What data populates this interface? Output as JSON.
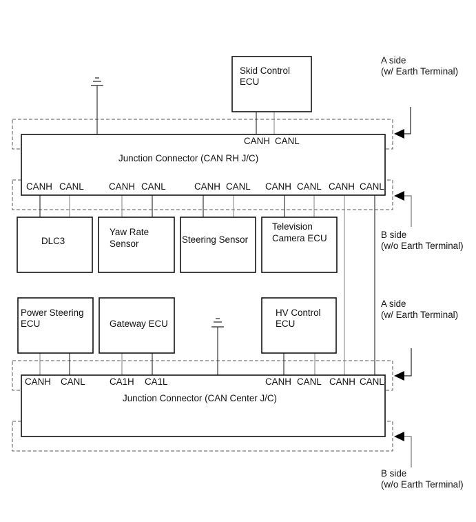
{
  "ecus": {
    "skid_control": [
      "Skid Control",
      "ECU"
    ],
    "dlc3": "DLC3",
    "yaw_rate_sensor": [
      "Yaw Rate",
      "Sensor"
    ],
    "steering_sensor": "Steering Sensor",
    "television_camera_ecu": [
      "Television",
      "Camera ECU"
    ],
    "power_steering_ecu": [
      "Power Steering",
      "ECU"
    ],
    "gateway_ecu": "Gateway ECU",
    "hv_control_ecu": [
      "HV Control",
      "ECU"
    ]
  },
  "junction_rh": {
    "title": "Junction Connector (CAN RH J/C)",
    "top_pins": [
      "CANH",
      "CANL"
    ],
    "bottom_pins": [
      "CANH",
      "CANL",
      "CANH",
      "CANL",
      "CANH",
      "CANL",
      "CANH",
      "CANL",
      "CANH",
      "CANL"
    ]
  },
  "junction_center": {
    "title": "Junction Connector (CAN Center J/C)",
    "top_pins": [
      "CANH",
      "CANL",
      "CA1H",
      "CA1L",
      "CANH",
      "CANL",
      "CANH",
      "CANL"
    ]
  },
  "side_labels": {
    "a_side_upper": [
      "A side",
      "(w/ Earth Terminal)"
    ],
    "b_side_upper": [
      "B side",
      "(w/o Earth Terminal)"
    ],
    "a_side_lower": [
      "A side",
      "(w/ Earth Terminal)"
    ],
    "b_side_lower": [
      "B side",
      "(w/o Earth Terminal)"
    ]
  },
  "icons": {
    "ground": "earth-terminal-icon",
    "pointer": "arrow-left-icon"
  }
}
